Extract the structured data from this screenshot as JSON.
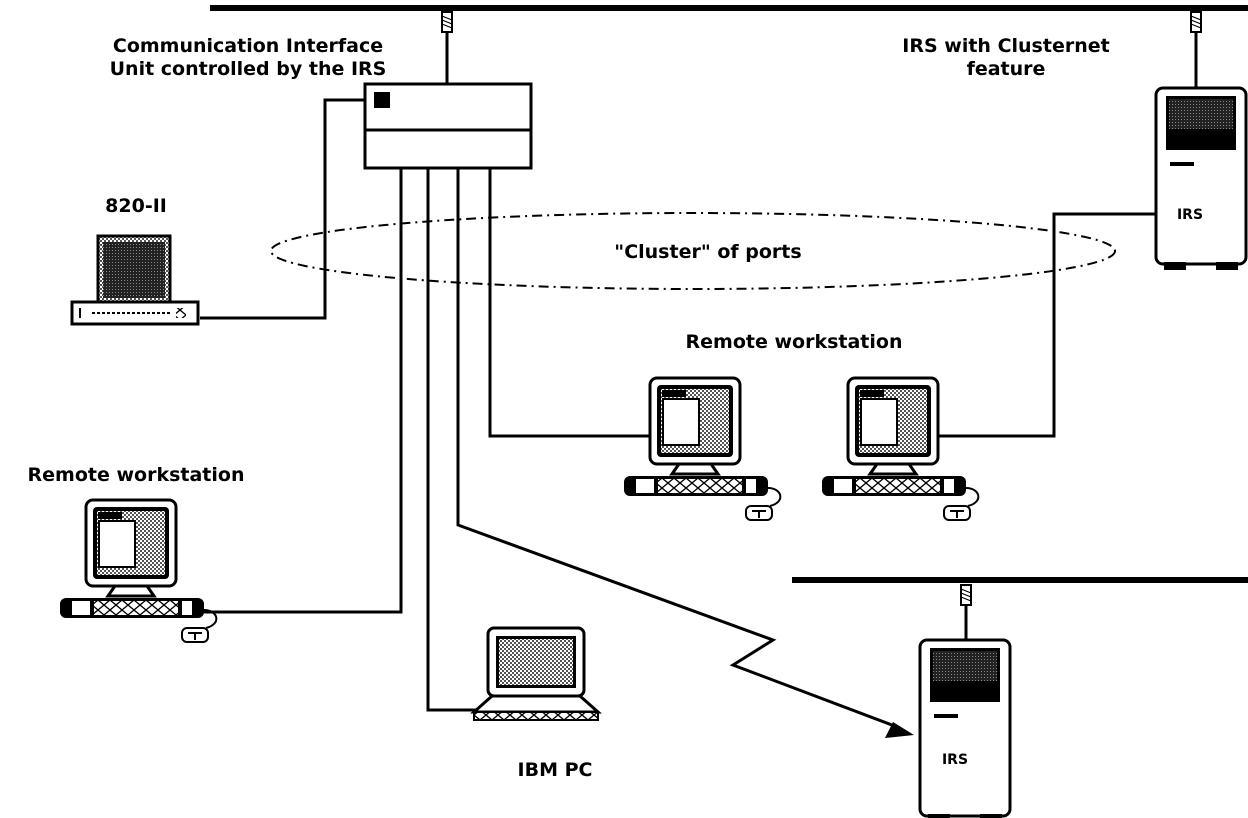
{
  "labels": {
    "ciu_line1": "Communication Interface",
    "ciu_line2": "Unit controlled by the IRS",
    "irs_cluster_line1": "IRS with Clusternet",
    "irs_cluster_line2": "feature",
    "device_820": "820-II",
    "cluster_of_ports": "\"Cluster\" of ports",
    "remote_ws_center": "Remote workstation",
    "remote_ws_left": "Remote workstation",
    "ibm_pc": "IBM PC",
    "irs_top_box": "IRS",
    "irs_bottom_box": "IRS"
  },
  "colors": {
    "line": "#000000",
    "screen_fill": "#a9a9a9",
    "window_fill": "#ffffff"
  },
  "icons": [
    "network-backbone",
    "communication-interface-unit",
    "irs-server-icon",
    "820-ii-terminal-icon",
    "workstation-icon",
    "ibm-pc-icon",
    "serial-connector-icon"
  ]
}
